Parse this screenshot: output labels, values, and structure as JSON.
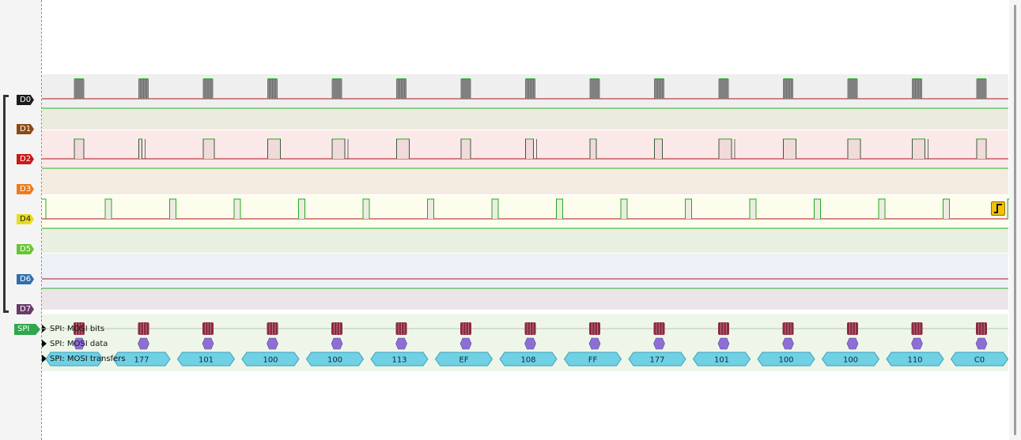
{
  "channels": [
    {
      "name": "D0",
      "tag_color": "#1b1b1b",
      "text_color": "#ffffff",
      "lane_color": "#efefef"
    },
    {
      "name": "D1",
      "tag_color": "#8b4a12",
      "text_color": "#ffffff",
      "lane_color": "#ecebdf"
    },
    {
      "name": "D2",
      "tag_color": "#cc1818",
      "text_color": "#ffffff",
      "lane_color": "#fbe9e9"
    },
    {
      "name": "D3",
      "tag_color": "#ee7a1a",
      "text_color": "#ffffff",
      "lane_color": "#f4ebe1"
    },
    {
      "name": "D4",
      "tag_color": "#e8dc20",
      "text_color": "#222222",
      "lane_color": "#fdfdee"
    },
    {
      "name": "D5",
      "tag_color": "#66c52f",
      "text_color": "#ffffff",
      "lane_color": "#e9efe1"
    },
    {
      "name": "D6",
      "tag_color": "#2f6fad",
      "text_color": "#ffffff",
      "lane_color": "#edf1f7"
    },
    {
      "name": "D7",
      "tag_color": "#6a3a6a",
      "text_color": "#ffffff",
      "lane_color": "#ebe5ea"
    }
  ],
  "decoder": {
    "tag": "SPI",
    "tag_color": "#2ea84a",
    "area_color": "#eef6e9",
    "rows": [
      {
        "label": "SPI: MOSI bits"
      },
      {
        "label": "SPI: MOSI data"
      },
      {
        "label": "SPI: MOSI transfers"
      }
    ],
    "transfers": [
      "177",
      "101",
      "100",
      "100",
      "113",
      "EF",
      "108",
      "FF",
      "177",
      "101",
      "100",
      "100",
      "110",
      "C0"
    ]
  },
  "colors": {
    "trace_low": "#b0141e",
    "trace_high": "#22aa22",
    "bits_marker": "#8a2a3e",
    "data_marker": "#8d6fd4",
    "transfer_fill": "#70d0e4",
    "transfer_border": "#3aa0bd"
  },
  "trigger_icon": "rising-edge-trigger-icon",
  "row_expand_icon": "triangle-right-icon"
}
